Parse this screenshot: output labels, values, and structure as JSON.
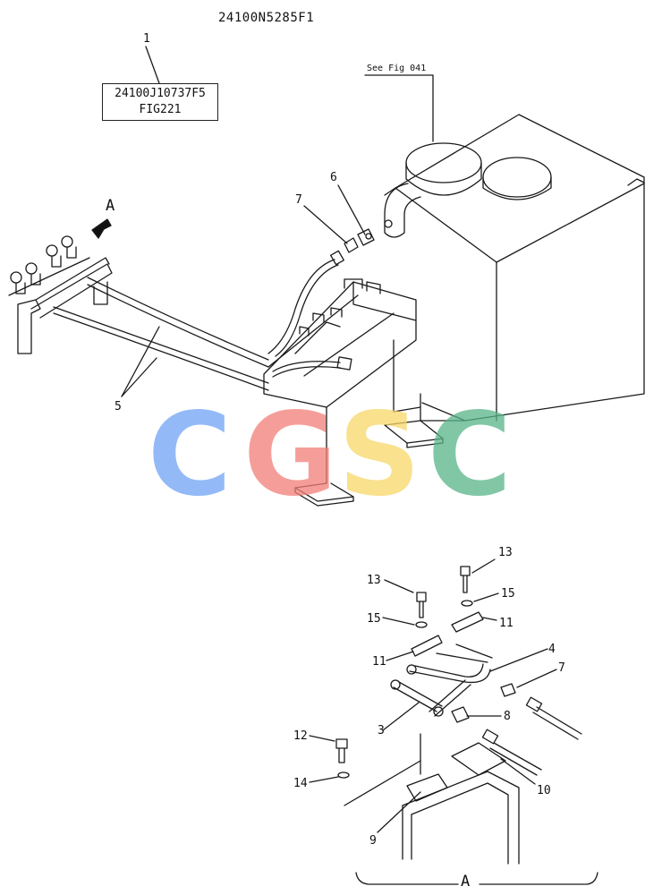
{
  "drawing_number": "24100N5285F1",
  "reference_box": {
    "line1": "24100J10737F5",
    "line2": "FIG221"
  },
  "see_fig_note": "See Fig 041",
  "view_letter": "A",
  "watermark": {
    "letters": [
      "C",
      "G",
      "S",
      "C"
    ],
    "colors": [
      "#6fa3f5",
      "#f27e78",
      "#f7d768",
      "#58b589"
    ]
  },
  "callouts": {
    "c1": "1",
    "c5": "5",
    "c6": "6",
    "c7_top": "7",
    "c13_right": "13",
    "c13_left": "13",
    "c15_right": "15",
    "c15_left": "15",
    "c11_right": "11",
    "c11_left": "11",
    "c4": "4",
    "c7_detail": "7",
    "c8": "8",
    "c3": "3",
    "c12": "12",
    "c14": "14",
    "c10": "10",
    "c9": "9"
  },
  "detail_view_label": "A"
}
